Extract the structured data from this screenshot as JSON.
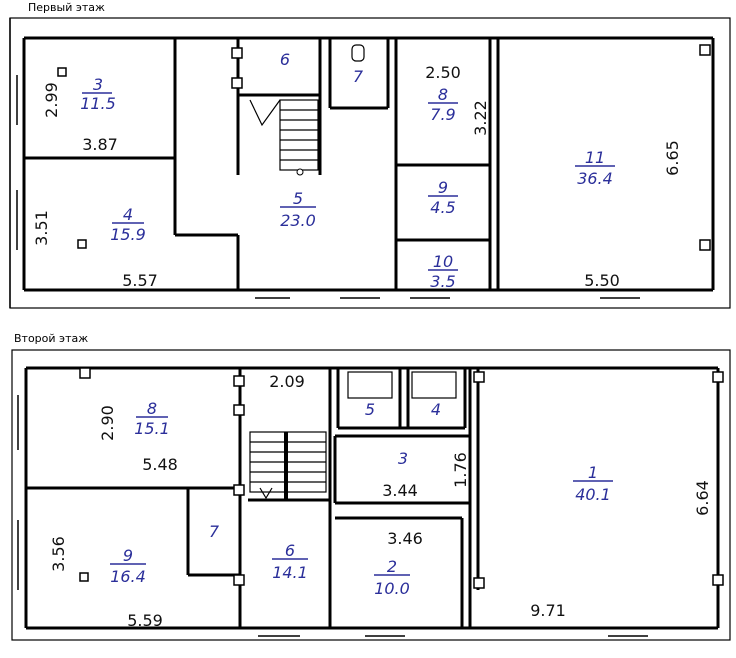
{
  "floors": [
    {
      "caption": "Первый этаж",
      "rooms": [
        {
          "number": "3",
          "area": "11.5"
        },
        {
          "number": "4",
          "area": "15.9"
        },
        {
          "number": "5",
          "area": "23.0"
        },
        {
          "number": "6",
          "area": ""
        },
        {
          "number": "7",
          "area": ""
        },
        {
          "number": "8",
          "area": "7.9"
        },
        {
          "number": "9",
          "area": "4.5"
        },
        {
          "number": "10",
          "area": "3.5"
        },
        {
          "number": "11",
          "area": "36.4"
        }
      ],
      "dimensions": [
        "2.99",
        "3.87",
        "3.51",
        "5.57",
        "2.50",
        "3.22",
        "6.65",
        "5.50"
      ]
    },
    {
      "caption": "Второй этаж",
      "rooms": [
        {
          "number": "8",
          "area": "15.1"
        },
        {
          "number": "9",
          "area": "16.4"
        },
        {
          "number": "7",
          "area": ""
        },
        {
          "number": "6",
          "area": "14.1"
        },
        {
          "number": "5",
          "area": ""
        },
        {
          "number": "4",
          "area": ""
        },
        {
          "number": "3",
          "area": ""
        },
        {
          "number": "2",
          "area": "10.0"
        },
        {
          "number": "1",
          "area": "40.1"
        }
      ],
      "dimensions": [
        "2.90",
        "5.48",
        "3.56",
        "5.59",
        "2.09",
        "3.44",
        "1.76",
        "3.46",
        "9.71",
        "6.64"
      ]
    }
  ]
}
